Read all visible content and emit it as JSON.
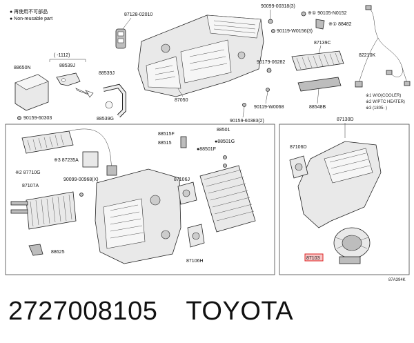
{
  "legend": {
    "item1": "● 再使用不可部品",
    "item2": "● Non-reusable part"
  },
  "labels": {
    "p87128": "87128-02010",
    "p90099_318": "90099-00318(3)",
    "p90105": "※① 90105-N0152",
    "p88482": "※① 88482",
    "p90119_36": "90119-W0156(3)",
    "p87139C": "87139C",
    "p82210K": "82210K",
    "p1112": "(    -1112)",
    "p88539J_a": "88539J",
    "p88650N": "88650N",
    "p88539J_b": "88539J",
    "p90179": "90179-06282",
    "p90159_303": "90159-60303",
    "p88539G": "88539G",
    "p87050": "87050",
    "p90119_068": "90119-W0068",
    "p88548B": "88548B",
    "p90159_383": "90159-60383(2)",
    "note1": "※1 W/O(COOLER)",
    "note2": "※2 W/PTC HEATER)",
    "note3": "※3 (1805-      )",
    "p88515F": "88515F",
    "p88501": "88501",
    "p88515": "88515",
    "p88501G": "●88501G",
    "p88501F": "●88501F",
    "p87130D": "87130D",
    "p87106D": "87106D",
    "p87710G": "※2 87710G",
    "p87235A": "※3 87235A",
    "p90099_968": "90099-00968(X)",
    "p87107A": "87107A",
    "p87106J": "87106J",
    "p88625": "88625",
    "p87106H": "87106H",
    "p87103": "87103",
    "ref": "87A394K"
  },
  "caption": {
    "part_number": "2727008105",
    "brand": "TOYOTA"
  }
}
